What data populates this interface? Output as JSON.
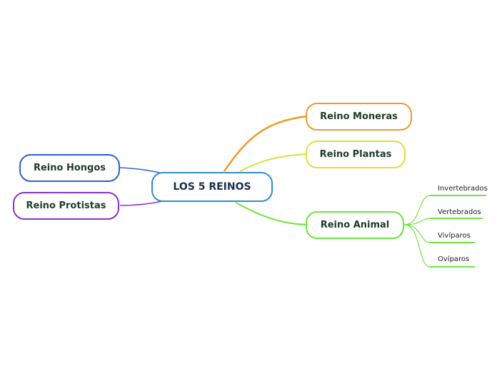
{
  "central": "LOS 5 REINOS",
  "branches": {
    "moneras": "Reino Moneras",
    "plantas": "Reino Plantas",
    "animal": "Reino Animal",
    "hongos": "Reino Hongos",
    "protistas": "Reino Protistas"
  },
  "animal_children": [
    "Invertebrados",
    "Vertebrados",
    "Vivíparos",
    "Ovíparos"
  ],
  "colors": {
    "central": "#2d8fc9",
    "moneras": "#ef9a26",
    "plantas": "#d6e339",
    "animal": "#6ee43f",
    "hongos": "#2f5fd1",
    "protistas": "#8a32d2"
  }
}
